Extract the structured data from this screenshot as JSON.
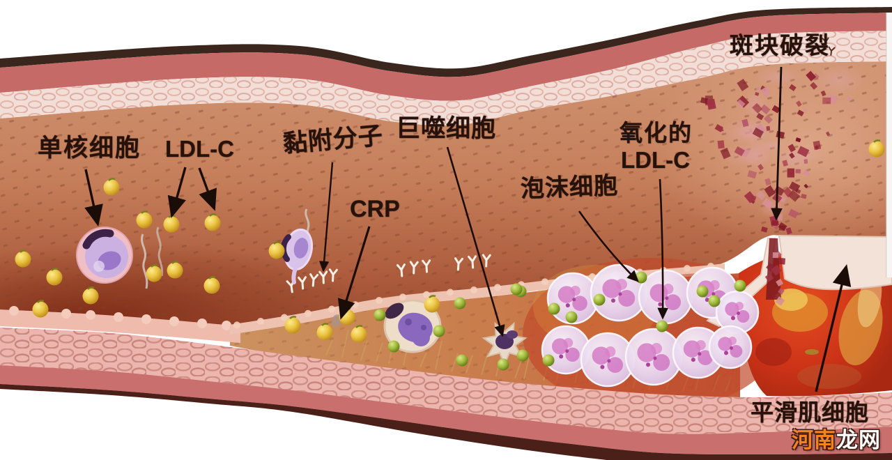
{
  "labels": {
    "monocyte": "单核细胞",
    "ldl_c": "LDL-C",
    "adhesion_molecule": "黏附分子",
    "crp": "CRP",
    "macrophage": "巨噬细胞",
    "foam_cell": "泡沫细胞",
    "oxidized_ldl_line1": "氧化的",
    "oxidized_ldl_line2": "LDL-C",
    "plaque_rupture": "斑块破裂",
    "smooth_muscle_cell": "平滑肌细胞"
  },
  "watermark": {
    "site_name_part1": "河南",
    "site_name_part2": "龙网"
  },
  "colors": {
    "label_text": "#26120a",
    "vessel_outer_band": "#c66a67",
    "vessel_textured_band": "#f3ded7",
    "lumen_tan": "#c98a68",
    "lumen_dark_blood": "#7c2b18",
    "plaque_matrix": "#c97a4a",
    "ldl_particle_yellow": "#ecc544",
    "oxidized_ldl_green": "#9fb73a",
    "foam_cell_pink": "#e9d6ee",
    "foam_cell_magenta": "#d06ec0",
    "monocyte_purple": "#a586cf",
    "necrotic_core_red": "#c8301a",
    "rupture_debris_dark_red": "#8e2030",
    "fibrous_cap": "#f2e2d8",
    "watermark_orange": "#f5821f",
    "watermark_white": "#ffffff"
  }
}
